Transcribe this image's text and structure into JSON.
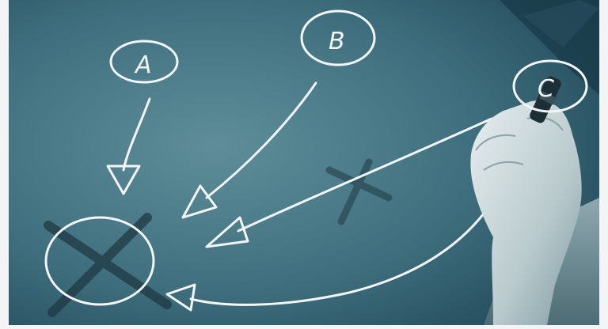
{
  "scene": {
    "description_tags": [
      "whiteboard",
      "glass-board",
      "hand",
      "marker",
      "strategy-diagram"
    ],
    "colors": {
      "board_dark": "#21485a",
      "board_mid": "#3a6b7a",
      "board_light": "#6e9aa6",
      "chalk": "#f2f6f7",
      "cross_mark": "#1f3a44",
      "skin": "#d6dfe1",
      "page_margin": "#f3f4f5"
    },
    "labels": {
      "a": "A",
      "b": "B",
      "c": "C"
    }
  }
}
